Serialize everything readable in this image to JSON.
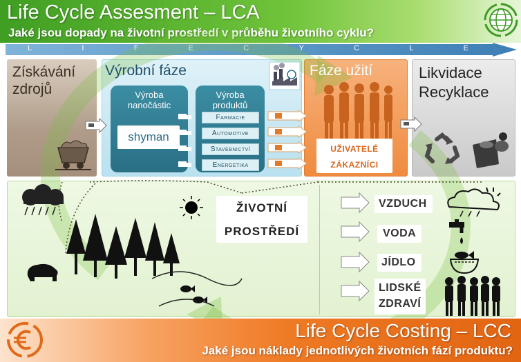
{
  "header": {
    "title": "Life Cycle Assesment – LCA",
    "subtitle": "Jaké jsou dopady na životní prostředí v průběhu životního cyklu?"
  },
  "lifecycle_letters": [
    "L",
    "I",
    "F",
    "E",
    "C",
    "Y",
    "C",
    "L",
    "E"
  ],
  "phases": {
    "ziskavani": {
      "line1": "Získávání",
      "line2": "zdrojů"
    },
    "vyrobni": {
      "title": "Výrobní fáze",
      "nano_line1": "Výroba",
      "nano_line2": "nanočástic",
      "produkt_line1": "Výroba",
      "produkt_line2": "produktů",
      "brand": "shyman",
      "products": [
        "Farmacie",
        "Automotive",
        "Stavebnictví",
        "Energetika"
      ]
    },
    "uziti": {
      "title": "Fáze užití",
      "line1": "UŽIVATELÉ",
      "line2": "ZÁKAZNÍCI"
    },
    "likvidace": {
      "line1": "Likvidace",
      "line2": "Recyklace"
    }
  },
  "environment": {
    "line1": "ŽIVOTNÍ",
    "line2": "PROSTŘEDÍ",
    "impacts": [
      "VZDUCH",
      "VODA",
      "JÍDLO"
    ],
    "health_line1": "LIDSKÉ",
    "health_line2": "ZDRAVÍ"
  },
  "footer": {
    "title": "Life Cycle Costing – LCC",
    "subtitle": "Jaké jsou náklady jednotlivých životních fází produktu?"
  },
  "colors": {
    "header_green": "#4caf2a",
    "footer_orange": "#ef7a24",
    "teal": "#2f7f95",
    "orange_text": "#d8661c"
  }
}
